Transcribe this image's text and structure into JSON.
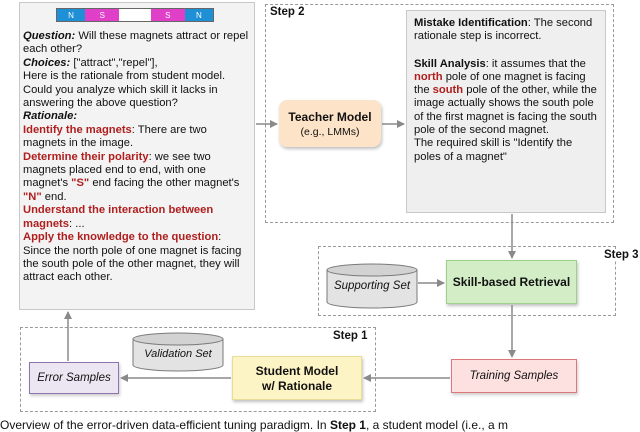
{
  "magnet_labels": [
    "N",
    "S",
    "S",
    "N"
  ],
  "question_panel": {
    "question_label": "Question:",
    "question_text": " Will these magnets attract or repel each other?",
    "choices_label": "Choices:",
    "choices_text": " [\"attract\",\"repel\"],",
    "prompt_text": "Here is the rationale from student model. Could you analyze which skill it lacks in answering the above question?",
    "rationale_label": "Rationale:",
    "r1_head": "Identify the magnets",
    "r1_text": ": There are two magnets in the image.",
    "r2_head": "Determine their polarity",
    "r2_text_a": ":  we see two magnets placed end to end, with one magnet's ",
    "r2_s": "\"S\"",
    "r2_text_b": " end facing the other magnet's ",
    "r2_n": "\"N\"",
    "r2_text_c": " end.",
    "r3_head": "Understand the interaction between magnets",
    "r3_text": ": ...",
    "r4_head": "Apply the knowledge to the question",
    "r4_text": ": Since the north pole of one magnet is facing the south pole of the other magnet, they will attract each other."
  },
  "analysis_panel": {
    "mistake_label": "Mistake Identification",
    "mistake_text": ": The second rationale step is incorrect.",
    "skill_label": "Skill Analysis",
    "skill_text_a": ": it assumes that the ",
    "north": "north",
    "skill_text_b": " pole of one magnet is facing the ",
    "south": "south",
    "skill_text_c": " pole of the other, while the image actually shows the south pole of the first magnet is facing the south pole of the second magnet.",
    "required_text": "The required skill is \"Identify the poles of a magnet\""
  },
  "steps": {
    "step1": "Step 1",
    "step2": "Step 2",
    "step3": "Step 3"
  },
  "nodes": {
    "teacher_title": "Teacher Model",
    "teacher_sub": "(e.g., LMMs)",
    "skill_retrieval": "Skill-based Retrieval",
    "supporting_set": "Supporting Set",
    "validation_set": "Validation Set",
    "student_line1": "Student Model",
    "student_line2": "w/ Rationale",
    "training_samples": "Training Samples",
    "error_samples": "Error Samples"
  },
  "caption": {
    "a": "Overview of the error-driven data-efficient tuning paradigm. In ",
    "step": "Step 1",
    "b": ", a student model (i.e., a m"
  },
  "colors": {
    "magnet_blue": "#1f8fd6",
    "magnet_pink": "#e040c8",
    "red_text": "#b01e1e"
  }
}
